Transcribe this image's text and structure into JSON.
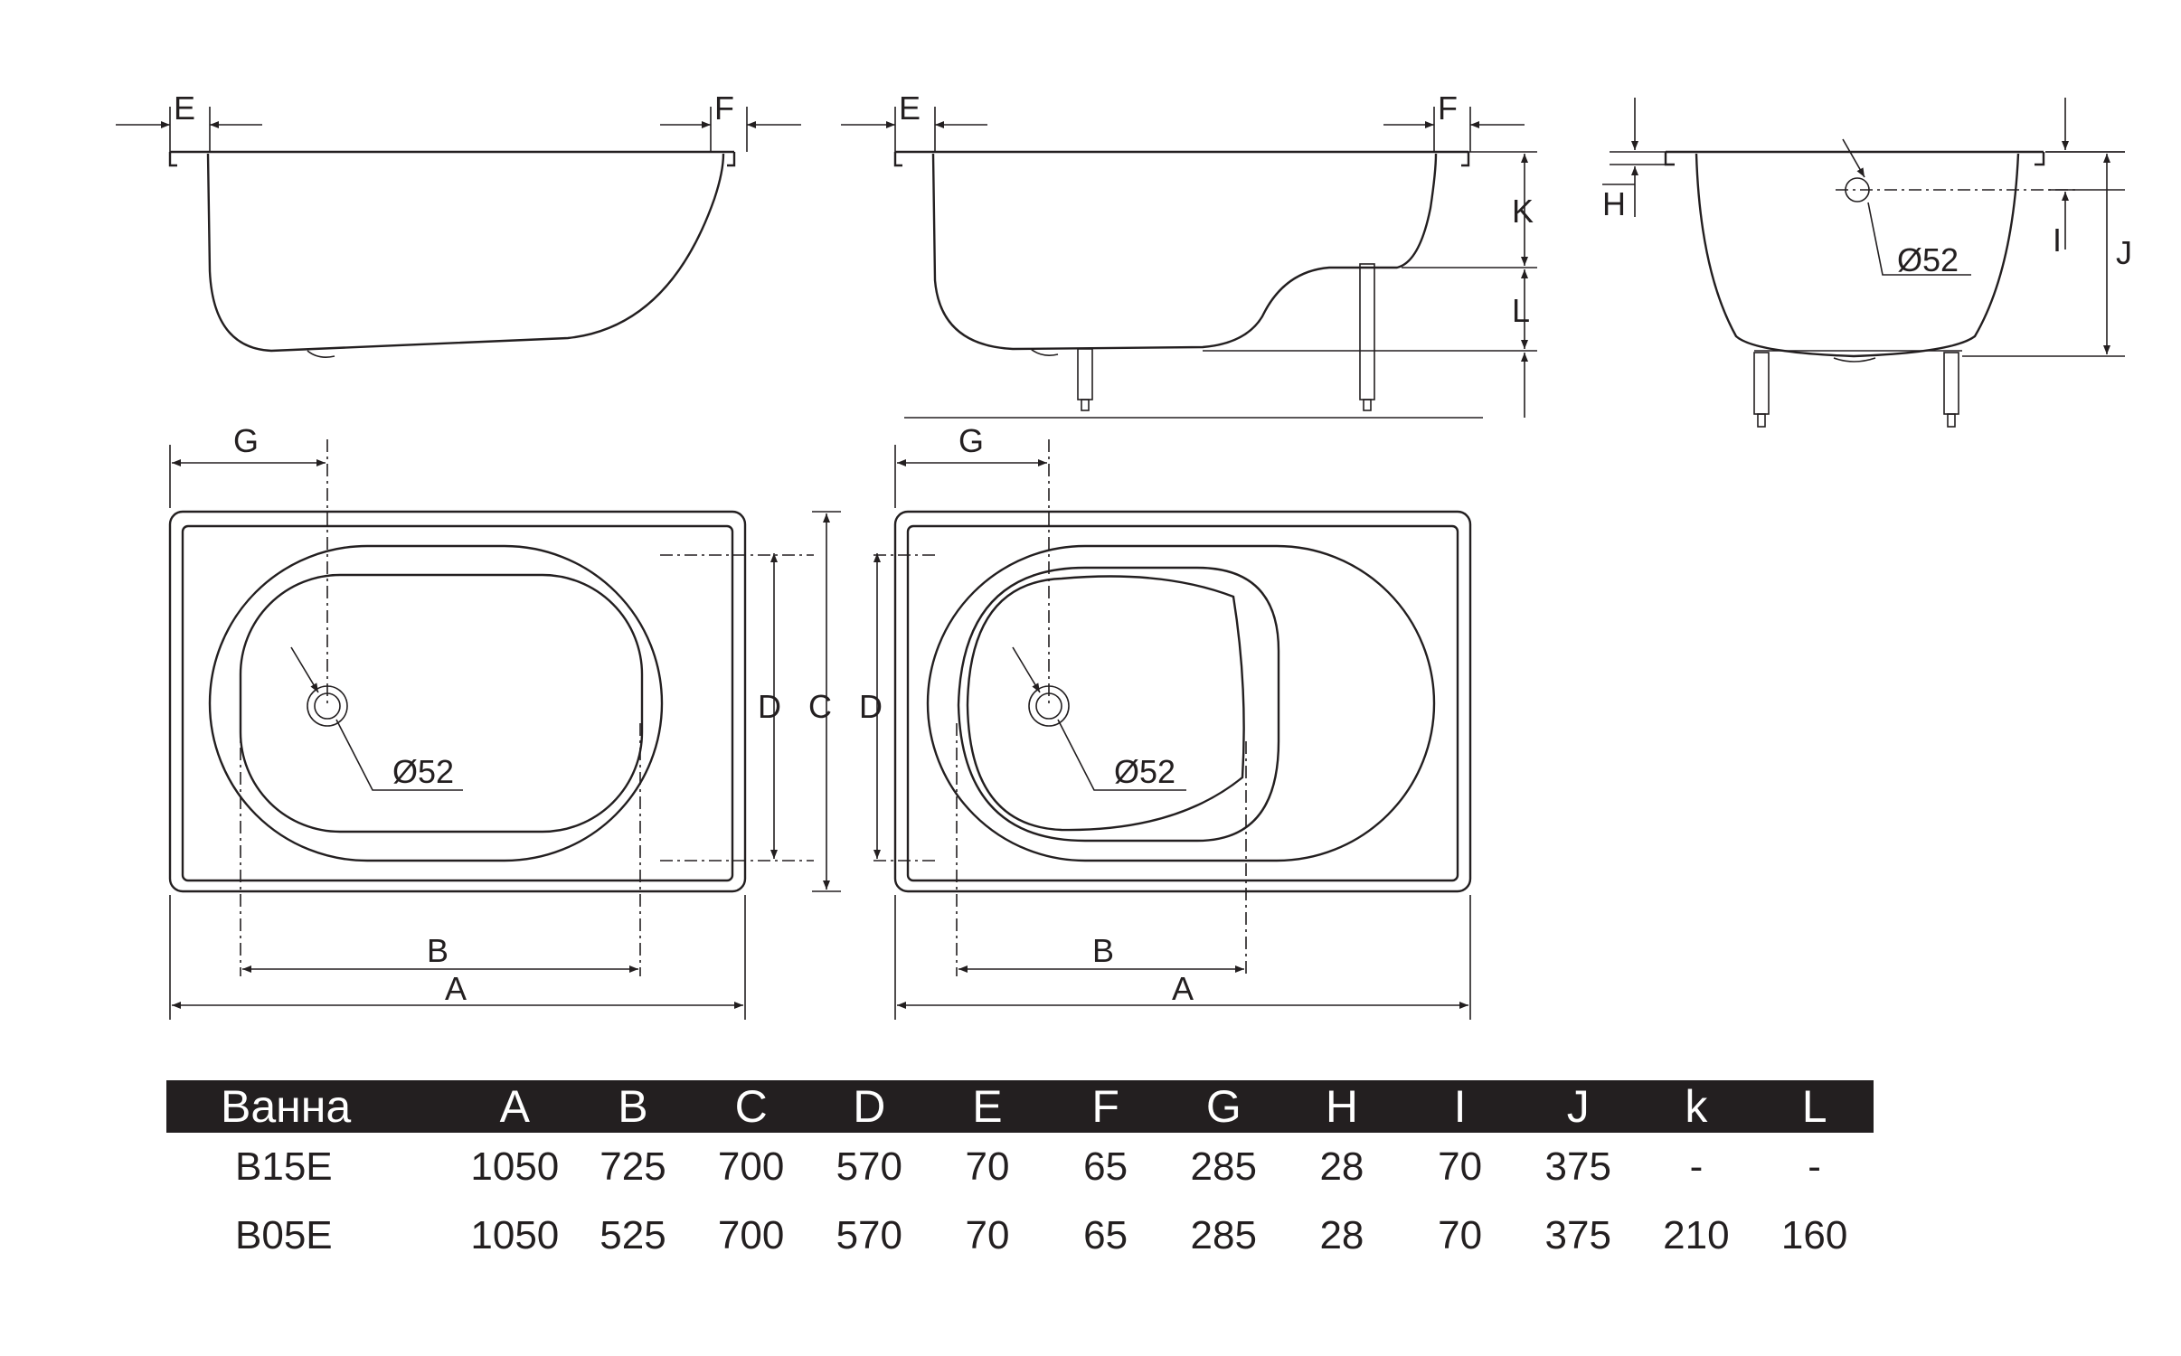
{
  "dimension_labels": {
    "A": "A",
    "B": "B",
    "C": "C",
    "D": "D",
    "E": "E",
    "F": "F",
    "G": "G",
    "H": "H",
    "I": "I",
    "J": "J",
    "K": "K",
    "L": "L"
  },
  "drain_label": "Ø52",
  "table": {
    "headers": [
      "Ванна",
      "A",
      "B",
      "C",
      "D",
      "E",
      "F",
      "G",
      "H",
      "I",
      "J",
      "k",
      "L"
    ],
    "rows": [
      [
        "B15E",
        "1050",
        "725",
        "700",
        "570",
        "70",
        "65",
        "285",
        "28",
        "70",
        "375",
        "-",
        "-"
      ],
      [
        "B05E",
        "1050",
        "525",
        "700",
        "570",
        "70",
        "65",
        "285",
        "28",
        "70",
        "375",
        "210",
        "160"
      ]
    ]
  }
}
